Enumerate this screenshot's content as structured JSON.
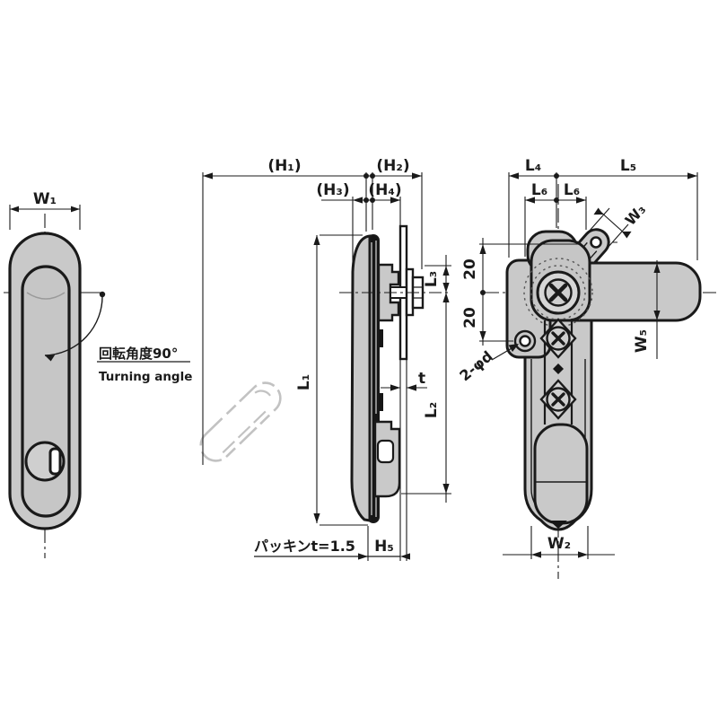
{
  "drawing": {
    "kind": "engineering-drawing swing-handle lock, three orthographic views",
    "colors": {
      "line": "#1a1a1a",
      "fill": "#c9c9c9",
      "fill_dark": "#c0c0c0",
      "ghost": "#c2c2c2",
      "background": "#ffffff"
    },
    "front_view": {
      "dim_w1": "W₁",
      "turning_angle_jp": "回転角度90°",
      "turning_angle_en": "Turning angle"
    },
    "side_view": {
      "dim_h1": "(H₁)",
      "dim_h2": "(H₂)",
      "dim_h3": "(H₃)",
      "dim_h4": "(H₄)",
      "dim_l1": "L₁",
      "dim_l3": "L₃",
      "dim_l2": "L₂",
      "dim_t": "t",
      "packing_note": "パッキンt=1.5",
      "dim_h5": "H₅"
    },
    "rear_view": {
      "dim_l4": "L₄",
      "dim_l5": "L₅",
      "dim_l6a": "L₆",
      "dim_l6b": "L₆",
      "dim_w3": "W₃",
      "dim_w5": "W₅",
      "dim_20a": "20",
      "dim_20b": "20",
      "dim_holes": "2-φd",
      "dim_w2": "W₂"
    }
  }
}
